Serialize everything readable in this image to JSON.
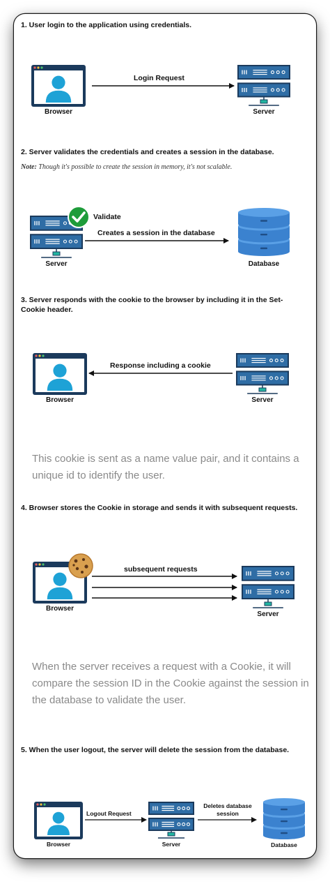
{
  "step1": {
    "heading": "1. User login to the application using credentials.",
    "browser_label": "Browser",
    "server_label": "Server",
    "arrow_label": "Login Request"
  },
  "step2": {
    "heading": "2. Server validates the credentials and creates a session in the database.",
    "note_prefix": "Note:",
    "note_text": " Though it's possible to create the session in memory, it's not scalable.",
    "validate_label": "Validate",
    "arrow_label": "Creates a session in the database",
    "server_label": "Server",
    "database_label": "Database"
  },
  "step3": {
    "heading": "3. Server responds with the cookie to the browser by including it in the Set-Cookie header.",
    "arrow_label": "Response including a cookie",
    "browser_label": "Browser",
    "server_label": "Server"
  },
  "paragraph1": "This cookie is sent as a name value pair, and it contains a unique id to identify the user.",
  "step4": {
    "heading": "4. Browser stores the Cookie in storage and sends it with subsequent requests.",
    "arrow_label": "subsequent requests",
    "browser_label": "Browser",
    "server_label": "Server"
  },
  "paragraph2": "When the server receives a request with a Cookie, it will compare the session ID in the Cookie against the session in the database to validate the user.",
  "step5": {
    "heading": "5. When the user logout, the server will delete the session from the database.",
    "logout_label": "Logout Request",
    "delete_label": "Deletes database session",
    "browser_label": "Browser",
    "server_label": "Server",
    "database_label": "Database"
  },
  "colors": {
    "navy": "#1b3a5c",
    "screen": "#ffffff",
    "person": "#1ea2d6",
    "server_fill": "#2f6da5",
    "db_top": "#5aa0e6",
    "db_body": "#3b82cf",
    "check": "#1e9c3a",
    "cookie": "#d9a04f"
  },
  "icons": {
    "browser": "browser-window-icon",
    "server": "server-rack-icon",
    "database": "database-cylinder-icon",
    "check": "checkmark-icon",
    "cookie": "cookie-icon"
  }
}
